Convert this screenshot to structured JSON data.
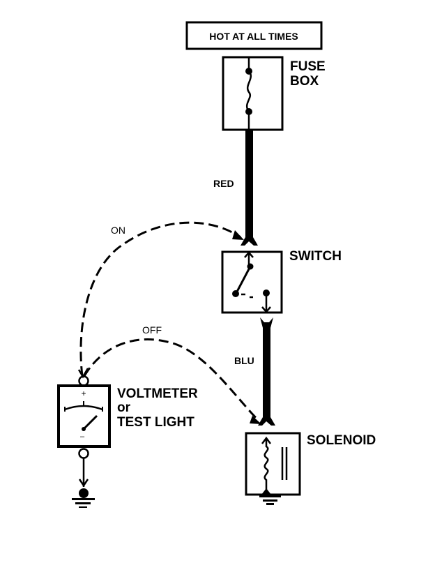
{
  "diagram": {
    "title_box": "HOT AT ALL TIMES",
    "components": {
      "fuse_box": [
        "FUSE",
        "BOX"
      ],
      "switch": "SWITCH",
      "solenoid": "SOLENOID",
      "meter": [
        "VOLTMETER",
        "or",
        "TEST LIGHT"
      ]
    },
    "wires": {
      "upper": "RED",
      "lower": "BLU"
    },
    "probe_paths": {
      "on": "ON",
      "off": "OFF"
    },
    "meter_marks": {
      "plus": "+",
      "minus": "–"
    },
    "colors": {
      "ink": "#000000",
      "background": "#ffffff"
    }
  }
}
